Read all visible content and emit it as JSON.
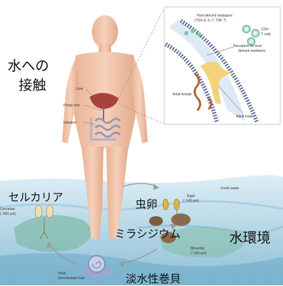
{
  "labels": {
    "water_contact": [
      "水への",
      "接触"
    ],
    "cercaria": "セルカリア",
    "egg": "虫卵",
    "miracidium": "ミラシジウム",
    "water_environment": "水環境",
    "snail": "淡水性巻貝"
  },
  "small_labels": {
    "liver": "Liver",
    "portal_vein": "Portal vein",
    "intestine": "Intestine",
    "eggs": "Eggs",
    "eggs_size": "(~140 µm)",
    "fresh_water": "Fresh water",
    "cercariae": "Cercariae",
    "cercariae_size": "(~500 µm)",
    "miracidia": "Miracidia",
    "miracidia_size": "(~150 µm)",
    "snail_host_1": "Snail",
    "snail_host_2": "Intermediate host"
  },
  "inset": {
    "mediators_1": "Host-derived mediators",
    "mediators_2": "(TGF-β, IL-7, TNF ?)",
    "cd4": "CD4⁺",
    "t_cells": "T cells",
    "receptors_1": "Receptors for host",
    "receptors_2": "derived mediators",
    "adult_female": "Adult female",
    "adult_male": "Adult male"
  },
  "colors": {
    "skin": "#f2c3a8",
    "water": "#b7d8e8",
    "vessel": "#c8d8ee",
    "worm": "#f3d27a",
    "cells": "#7fc8a9"
  }
}
